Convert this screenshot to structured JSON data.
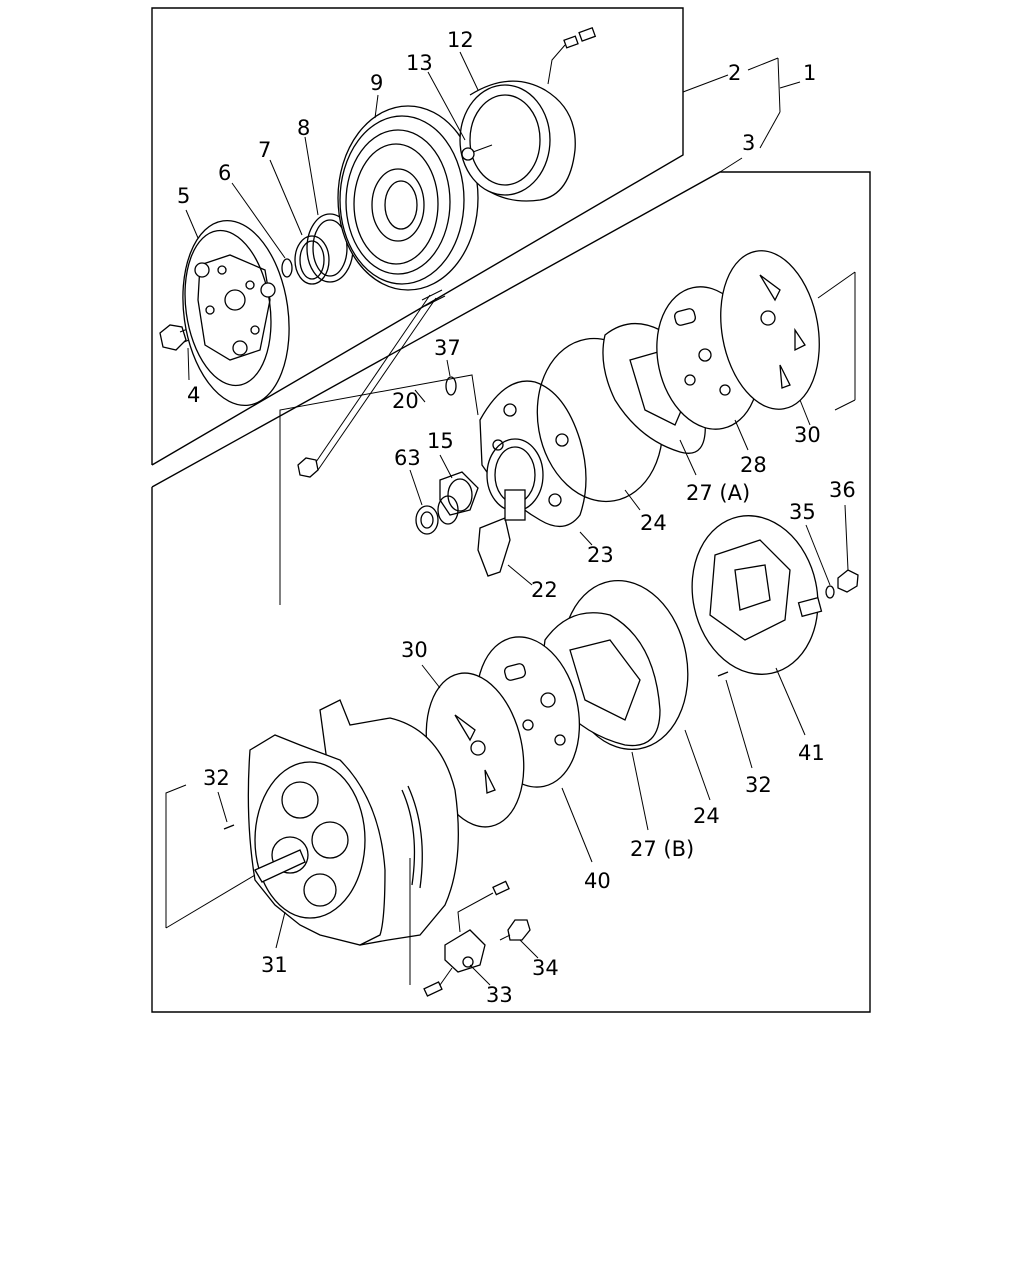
{
  "callouts": [
    {
      "id": "c1",
      "text": "1"
    },
    {
      "id": "c2",
      "text": "2"
    },
    {
      "id": "c3",
      "text": "3"
    },
    {
      "id": "c4",
      "text": "4"
    },
    {
      "id": "c5",
      "text": "5"
    },
    {
      "id": "c6",
      "text": "6"
    },
    {
      "id": "c7",
      "text": "7"
    },
    {
      "id": "c8",
      "text": "8"
    },
    {
      "id": "c9",
      "text": "9"
    },
    {
      "id": "c12",
      "text": "12"
    },
    {
      "id": "c13",
      "text": "13"
    },
    {
      "id": "c15",
      "text": "15"
    },
    {
      "id": "c20",
      "text": "20"
    },
    {
      "id": "c22",
      "text": "22"
    },
    {
      "id": "c23",
      "text": "23"
    },
    {
      "id": "c24a",
      "text": "24"
    },
    {
      "id": "c24b",
      "text": "24"
    },
    {
      "id": "c27a",
      "text": "27 (A)"
    },
    {
      "id": "c27b",
      "text": "27 (B)"
    },
    {
      "id": "c28",
      "text": "28"
    },
    {
      "id": "c30a",
      "text": "30"
    },
    {
      "id": "c30b",
      "text": "30"
    },
    {
      "id": "c31",
      "text": "31"
    },
    {
      "id": "c32a",
      "text": "32"
    },
    {
      "id": "c32b",
      "text": "32"
    },
    {
      "id": "c33",
      "text": "33"
    },
    {
      "id": "c34",
      "text": "34"
    },
    {
      "id": "c35",
      "text": "35"
    },
    {
      "id": "c36",
      "text": "36"
    },
    {
      "id": "c37",
      "text": "37"
    },
    {
      "id": "c40",
      "text": "40"
    },
    {
      "id": "c41",
      "text": "41"
    },
    {
      "id": "c63",
      "text": "63"
    }
  ]
}
